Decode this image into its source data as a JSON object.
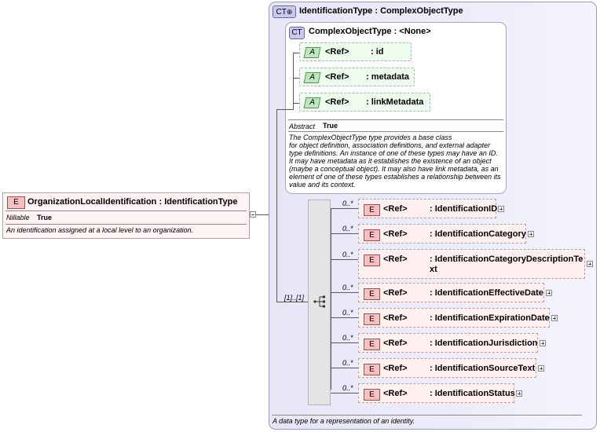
{
  "root": {
    "badge": "E",
    "name": "OrganizationLocalIdentification",
    "type": ": IdentificationType",
    "nillable_label": "Nillable",
    "nillable_value": "True",
    "doc": "An identification assigned at a local level to an organization."
  },
  "outer_type": {
    "badge": "CT",
    "name": "IdentificationType",
    "base": ": ComplexObjectType",
    "doc": "A data type for a representation of an identity."
  },
  "inner_type": {
    "badge": "CT",
    "name": "ComplexObjectType",
    "base": ": <None>",
    "abstract_label": "Abstract",
    "abstract_value": "True",
    "doc": [
      "The ComplexObjectType type provides a base class",
      "for object definition, association definitions, and external adapter",
      "type definitions. An instance of one of these types may have an ID.",
      "It may have metadata as it establishes the existence of an object",
      "(maybe a conceptual object). It may also have link metadata, as an",
      "element of one of these types establishes a relationship between its",
      "value and its context."
    ]
  },
  "attributes": [
    {
      "badge": "A",
      "ref": "<Ref>",
      "name": ": id"
    },
    {
      "badge": "A",
      "ref": "<Ref>",
      "name": ": metadata"
    },
    {
      "badge": "A",
      "ref": "<Ref>",
      "name": ": linkMetadata"
    }
  ],
  "sequence_occurrence": "[1]..[1]",
  "elements": [
    {
      "badge": "E",
      "ref": "<Ref>",
      "name": ": IdentificationID",
      "occurrence": "0..*"
    },
    {
      "badge": "E",
      "ref": "<Ref>",
      "name": ": IdentificationCategory",
      "occurrence": "0..*"
    },
    {
      "badge": "E",
      "ref": "<Ref>",
      "name": ": IdentificationCategoryDescriptionTe",
      "name2": "xt",
      "occurrence": "0..*"
    },
    {
      "badge": "E",
      "ref": "<Ref>",
      "name": ": IdentificationEffectiveDate",
      "occurrence": "0..*"
    },
    {
      "badge": "E",
      "ref": "<Ref>",
      "name": ": IdentificationExpirationDate",
      "occurrence": "0..*"
    },
    {
      "badge": "E",
      "ref": "<Ref>",
      "name": ": IdentificationJurisdiction",
      "occurrence": "0..*"
    },
    {
      "badge": "E",
      "ref": "<Ref>",
      "name": ": IdentificationSourceText",
      "occurrence": "0..*"
    },
    {
      "badge": "E",
      "ref": "<Ref>",
      "name": ": IdentificationStatus",
      "occurrence": "0..*"
    }
  ]
}
